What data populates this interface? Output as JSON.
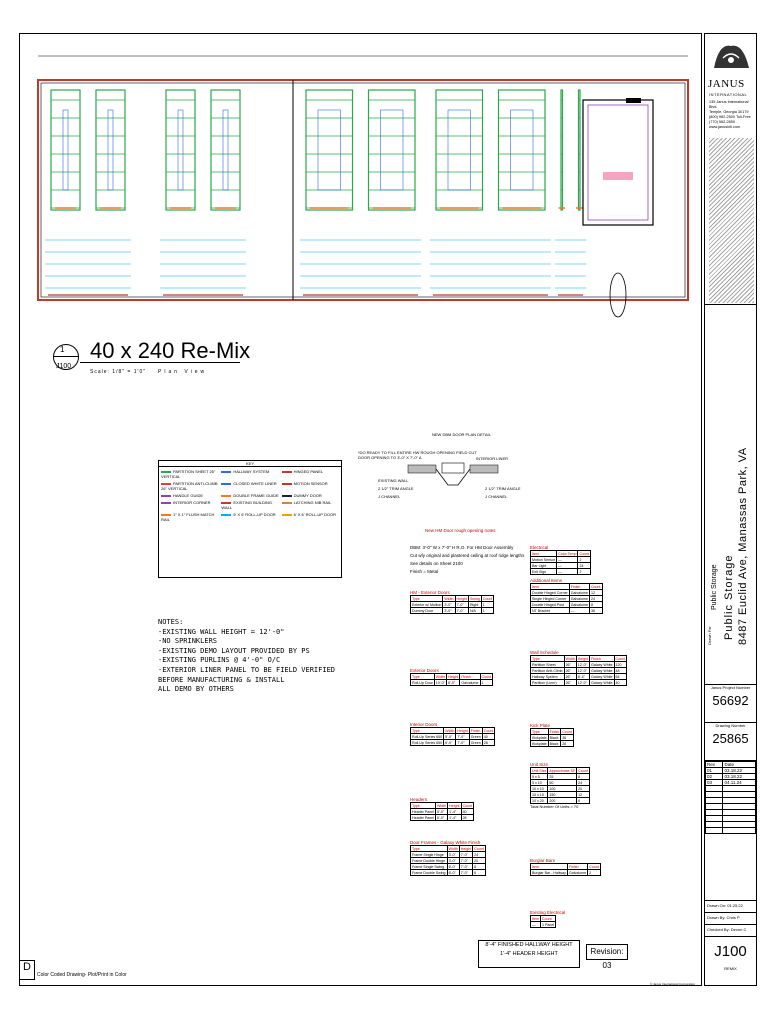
{
  "view": {
    "number": "1",
    "sheet_ref": "J100",
    "title": "40 x 240  Re-Mix",
    "scale": "Scale: 1/8\" = 1'0\"",
    "plan_label": "Plan View"
  },
  "notes": {
    "heading": "NOTES:",
    "items": [
      "-EXISTING WALL HEIGHT = 12'-0\"",
      "-NO SPRINKLERS",
      "-EXISTING DEMO LAYOUT PROVIDED BY PS",
      "-EXISTING PURLINS @ 4'-0\" O/C",
      "-EXTERIOR LINER PANEL TO BE FIELD VERIFIED",
      "BEFORE MANUFACTURING & INSTALL",
      "ALL DEMO BY OTHERS"
    ]
  },
  "key": {
    "title": "KEY",
    "items": [
      {
        "label": "PARTITION SHEET 26\" VERTICAL",
        "color": "#2aa84a"
      },
      {
        "label": "HALLWAY SYSTEM",
        "color": "#2a6fd8"
      },
      {
        "label": "HINGED PANEL",
        "color": "#c0392b"
      },
      {
        "label": "PARTITION ANTI-CLIMB 26\" VERTICAL",
        "color": "#e23c3c"
      },
      {
        "label": "CLOSED WHITE LINER",
        "color": "#2a6fd8"
      },
      {
        "label": "MOTION SENSOR",
        "color": "#c0392b"
      },
      {
        "label": "HANDLE GUIDE",
        "color": "#8e44ad"
      },
      {
        "label": "DOUBLE FRAME GUIDE",
        "color": "#e67e22"
      },
      {
        "label": "DUMMY DOOR",
        "color": "#222222"
      },
      {
        "label": "INTERIOR CORNER",
        "color": "#8e44ad"
      },
      {
        "label": "EXISTING BUILDING WALL",
        "color": "#c0392b"
      },
      {
        "label": "LATCHING NIB RAIL",
        "color": "#e67e22"
      },
      {
        "label": "1\" X 1\" FLUSH MATCH RAIL",
        "color": "#e67e22"
      },
      {
        "label": "5' X 6' ROLL-UP DOOR",
        "color": "#00b0f0"
      },
      {
        "label": "6' X 6' ROLL-UP DOOR",
        "color": "#f39c12"
      }
    ]
  },
  "detail": {
    "title": "NEW DBM DOOR PLAN DETAIL",
    "note1": "*DO READY TO FILL ENTIRE HW ROUGH OPENING FIELD CUT DOOR OPENING TO 3'-0\" X 7'-0\" A",
    "lbl_a": "EXISTING WALL",
    "lbl_b": "2 1/2\" TRIM ANGLE",
    "lbl_c": "J CHANNEL",
    "lbl_d": "INTERIOR LINER",
    "lbl_e": "2 1/2\" TRIM ANGLE",
    "lbl_f": "J CHANNEL"
  },
  "rough_opening": {
    "title": "New HM Door rough opening notes",
    "lines": [
      "DBM: 3'-0\" W x 7'-0\" H  R.O. For HM Door Assembly",
      "Cut wfy original and plastered ceiling at roof ridge lengths",
      "See details on Sheet 2100",
      "Finish = Metal"
    ]
  },
  "hm_doors": {
    "title": "HM - Exterior Doors",
    "rows": [
      [
        "Type",
        "Width",
        "Height",
        "Swing",
        "Count"
      ],
      [
        "Exterior w/ Mullion",
        "3'-0\"",
        "7'-0\"",
        "Right",
        "1"
      ],
      [
        "Dummy Door",
        "3'-0\"",
        "7'-0\"",
        "N/A",
        "1"
      ]
    ]
  },
  "exterior_doors": {
    "title": "Exterior Doors",
    "rows": [
      [
        "Type",
        "Width",
        "Height",
        "Finish",
        "Count"
      ],
      [
        "Roll-Up Door",
        "10'-0\"",
        "8'-0\"",
        "Galvalume",
        "1"
      ]
    ]
  },
  "interior_doors": {
    "title": "Interior Doors",
    "rows": [
      [
        "Type",
        "Width",
        "Height",
        "Finish",
        "Count"
      ],
      [
        "Roll-Up Series 650",
        "5'-0\"",
        "7'-0\"",
        "Green",
        "40"
      ],
      [
        "Roll-Up Series 650",
        "6'-0\"",
        "7'-0\"",
        "Green",
        "28"
      ]
    ]
  },
  "headers": {
    "title": "Headers",
    "rows": [
      [
        "Type",
        "Width",
        "Height",
        "Count"
      ],
      [
        "Header Panel",
        "5'-0\"",
        "1'-4\"",
        "40"
      ],
      [
        "Header Panel",
        "6'-0\"",
        "1'-4\"",
        "28"
      ]
    ]
  },
  "door_frames": {
    "title": "Door Frames - Galaxy White Finish",
    "rows": [
      [
        "Type",
        "Width",
        "Height",
        "Count"
      ],
      [
        "Frame Single Hinge",
        "3'-0\"",
        "7'-0\"",
        "24"
      ],
      [
        "Frame Double Hinge",
        "3'-0\"",
        "7'-0\"",
        "20"
      ],
      [
        "Frame Single Swing",
        "6'-0\"",
        "7'-0\"",
        "8"
      ],
      [
        "Frame Double Swing",
        "6'-0\"",
        "7'-0\"",
        "6"
      ]
    ]
  },
  "electrical": {
    "title": "Electrical",
    "rows": [
      [
        "Item",
        "Color Temp",
        "Count"
      ],
      [
        "Motion Sensor",
        "—",
        "2"
      ],
      [
        "Bar Light",
        "—",
        "24"
      ],
      [
        "Exit Sign",
        "—",
        "2"
      ]
    ]
  },
  "additional": {
    "title": "Additional Items",
    "rows": [
      [
        "Item",
        "Finish",
        "Count"
      ],
      [
        "Double Hinged Corner",
        "Galvalume",
        "12"
      ],
      [
        "Single Hinged Corner",
        "Galvalume",
        "24"
      ],
      [
        "Double Hinged Post",
        "Galvalume",
        "8"
      ],
      [
        "NT Bracket",
        "—",
        "36"
      ]
    ]
  },
  "wall_schedule": {
    "title": "Wall Schedule",
    "rows": [
      [
        "Type",
        "Width",
        "Height",
        "Finish",
        "Count"
      ],
      [
        "Partition Sheet",
        "26\"",
        "12'-0\"",
        "Galaxy White",
        "120"
      ],
      [
        "Partition Anti-Climb",
        "26\"",
        "12'-0\"",
        "Galaxy White",
        "48"
      ],
      [
        "Hallway System",
        "26\"",
        "8'-4\"",
        "Galaxy White",
        "64"
      ],
      [
        "Partition (Liner)",
        "26\"",
        "12'-0\"",
        "Galaxy White",
        "40"
      ]
    ]
  },
  "kick_plate": {
    "title": "Kick Plate",
    "rows": [
      [
        "Type",
        "Finish",
        "Count"
      ],
      [
        "Kickplate",
        "Black",
        "36"
      ],
      [
        "Kickplate",
        "Black",
        "28"
      ]
    ]
  },
  "unit_sizes": {
    "title": "Unit Size",
    "rows": [
      [
        "Unit Size",
        "Approximate SF",
        "Count"
      ],
      [
        "5 x 5",
        "25",
        "8"
      ],
      [
        "5 x 10",
        "50",
        "24"
      ],
      [
        "10 x 10",
        "100",
        "20"
      ],
      [
        "10 x 15",
        "150",
        "12"
      ],
      [
        "10 x 20",
        "200",
        "6"
      ]
    ],
    "total": "Total Number Of Units = 70"
  },
  "burglar_bars": {
    "title": "Burglar Bars",
    "rows": [
      [
        "Item",
        "Finish",
        "Count"
      ],
      [
        "Burglar Bar - Hallway",
        "Galvalume",
        "2"
      ]
    ]
  },
  "existing_electrical": {
    "title": "Existing Electrical",
    "rows": [
      [
        "Item",
        "Count"
      ],
      [
        "—",
        "1 Panel"
      ]
    ]
  },
  "height_box": {
    "line1": "8'-4\" FINISHED HALLWAY HEIGHT",
    "line2": "1'-4\" HEADER HEIGHT"
  },
  "revision_box": "Revision: 03",
  "footer": {
    "sheet_letter": "D",
    "color_note": "Color Coded Drawing- Plot/Print in Color",
    "copyright": "© Janus International Corporation"
  },
  "titleblock": {
    "company": "JANUS",
    "company_sub": "INTERNATIONAL",
    "address": [
      "135 Janus International Blvd.",
      "Temple, Georgia 30179",
      "(800) 962-2500 Toll-Free",
      "(770) 562-2850",
      "www.janusintl.com"
    ],
    "drawn_for": "Drawn For",
    "client": "Public Storage",
    "project_name": "Public Storage",
    "project_address": "8487 Euclid Ave, Manassas Park, VA",
    "proposal_label": "Janus Project Number",
    "proposal_number": "56692",
    "drawing_label": "Drawing Number",
    "drawing_number": "25865",
    "rev_headers": [
      "Rev",
      "Date"
    ],
    "revisions": [
      [
        "01",
        "03.18.22"
      ],
      [
        "02",
        "03.18.22"
      ],
      [
        "03",
        "04.11.24"
      ]
    ],
    "drawn_on": "Drawn On: 01.25.22",
    "drawn_by": "Drawn By: Chris P",
    "checked_by": "Checked By: Devon C",
    "sheet": "J100",
    "sheet_note": "REMIX"
  },
  "colors": {
    "partition_green": "#2aa84a",
    "hallway_blue": "#2a6fd8",
    "existing_wall_red": "#c0392b",
    "header_orange": "#e67e22",
    "interior_purple": "#8e44ad",
    "door_cyan": "#00b0f0",
    "highlight_pink": "#f48fb1"
  }
}
